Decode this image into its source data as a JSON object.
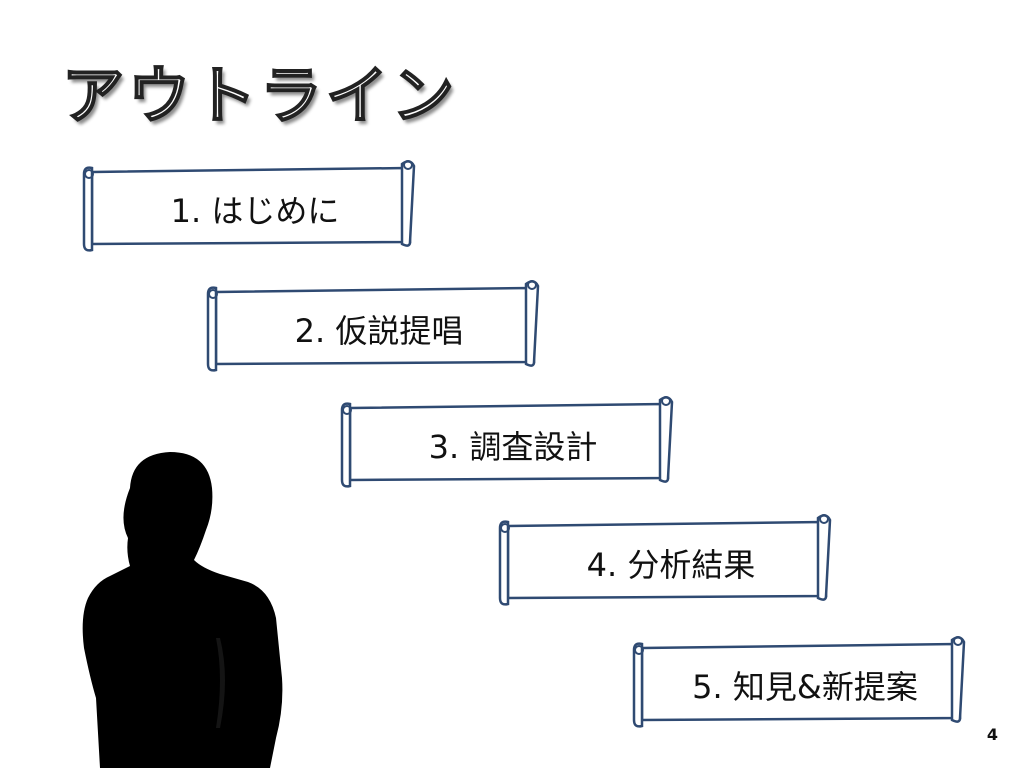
{
  "slide": {
    "title": "アウトライン",
    "page_number": "4"
  },
  "outline": [
    {
      "number": "1.",
      "label": "はじめに"
    },
    {
      "number": "2.",
      "label": "仮説提唱"
    },
    {
      "number": "3.",
      "label": "調査設計"
    },
    {
      "number": "4.",
      "label": "分析結果"
    },
    {
      "number": "5.",
      "label": "知見&新提案"
    }
  ],
  "colors": {
    "scroll_stroke": "#2f4a72",
    "silhouette": "#000000",
    "title_outline": "#222222"
  },
  "icons": {
    "person": "person-silhouette-icon"
  }
}
